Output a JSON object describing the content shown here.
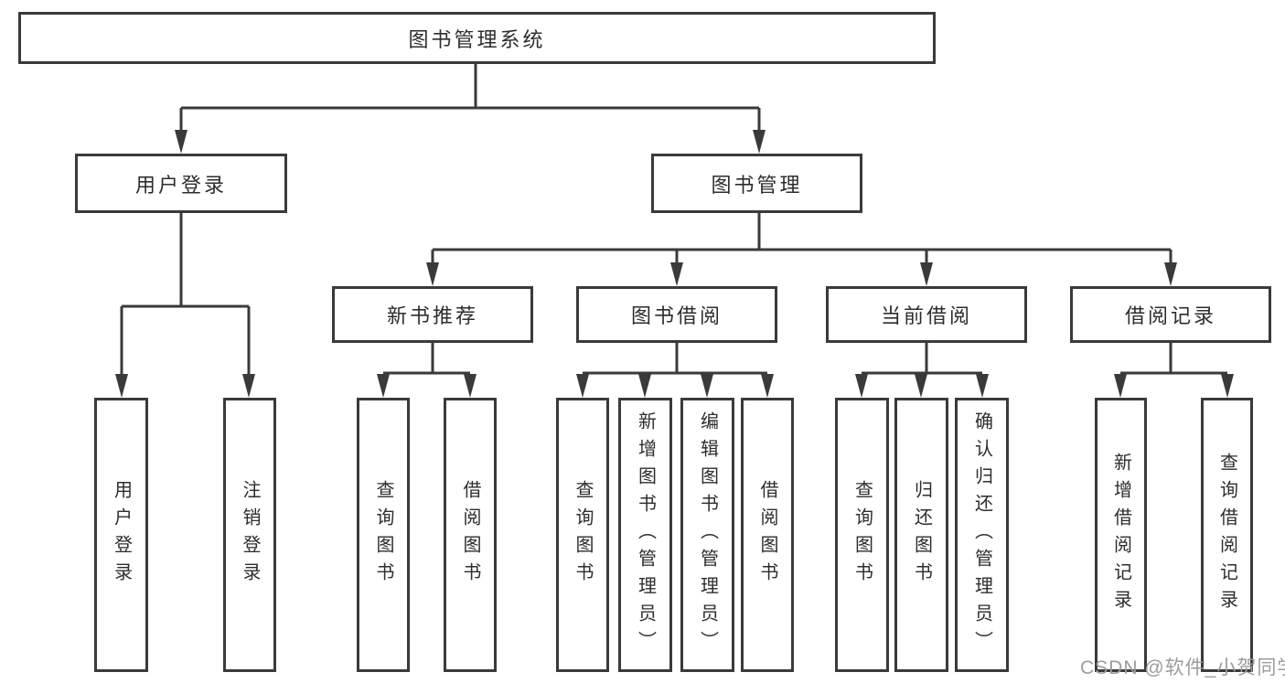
{
  "diagram": {
    "root": "图书管理系统",
    "level2": {
      "login": "用户登录",
      "management": "图书管理"
    },
    "level3": {
      "recommend": "新书推荐",
      "borrow": "图书借阅",
      "current": "当前借阅",
      "records": "借阅记录"
    },
    "leaves": {
      "login": [
        "用户登录",
        "注销登录"
      ],
      "recommend": [
        "查询图书",
        "借阅图书"
      ],
      "borrow": [
        "查询图书",
        "新增图书（管理员）",
        "编辑图书（管理员）",
        "借阅图书"
      ],
      "current": [
        "查询图书",
        "归还图书",
        "确认归还（管理员）"
      ],
      "records": [
        "新增借阅记录",
        "查询借阅记录"
      ]
    }
  },
  "colors": {
    "line": "#3a3a3a",
    "text": "#2d2d2d",
    "box_background": "#ffffff",
    "watermark": "#9c9c9c"
  },
  "watermark": "CSDN @软件_小贺同学"
}
